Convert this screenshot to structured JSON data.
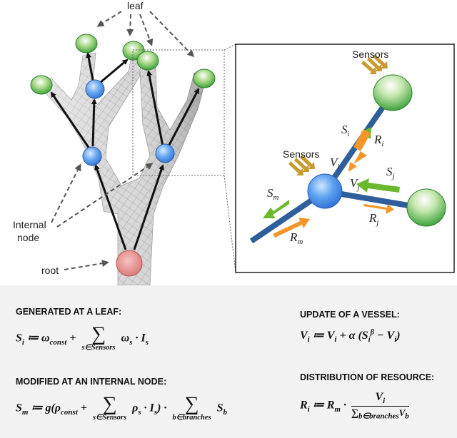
{
  "diagram": {
    "leaf_label": "leaf",
    "internal_node_label_line1": "Internal",
    "internal_node_label_line2": "node",
    "root_label": "root",
    "sensors_label_1": "Sensors",
    "sensors_label_2": "Sensors",
    "vessel_labels": {
      "Vi": "V",
      "Vi_sub": "i",
      "Vj": "V",
      "Vj_sub": "j",
      "Si": "S",
      "Si_sub": "i",
      "Sj": "S",
      "Sj_sub": "j",
      "Sm": "S",
      "Sm_sub": "m",
      "Ri": "R",
      "Ri_sub": "i",
      "Rj": "R",
      "Rj_sub": "j",
      "Rm": "R",
      "Rm_sub": "m"
    },
    "colors": {
      "leaf_node": "#5fb84a",
      "internal_node": "#4a90e2",
      "root_node": "#e88a8a",
      "vessel": "#2f5f9a",
      "signal_arrow": "#6ab82c",
      "resource_arrow": "#f5962a",
      "sensor_arrow": "#c99a2e"
    }
  },
  "formulas": {
    "leaf_heading": "GENERATED AT A LEAF:",
    "internal_heading": "MODIFIED AT AN INTERNAL NODE:",
    "vessel_heading": "UPDATE OF A VESSEL:",
    "resource_heading": "DISTRIBUTION OF RESOURCE:",
    "leaf_sum_under": "s∈Sensors",
    "internal_sum1_under": "s∈Sensors",
    "internal_sum2_under": "b∈branches",
    "resource_den_under": "b∈branches"
  }
}
